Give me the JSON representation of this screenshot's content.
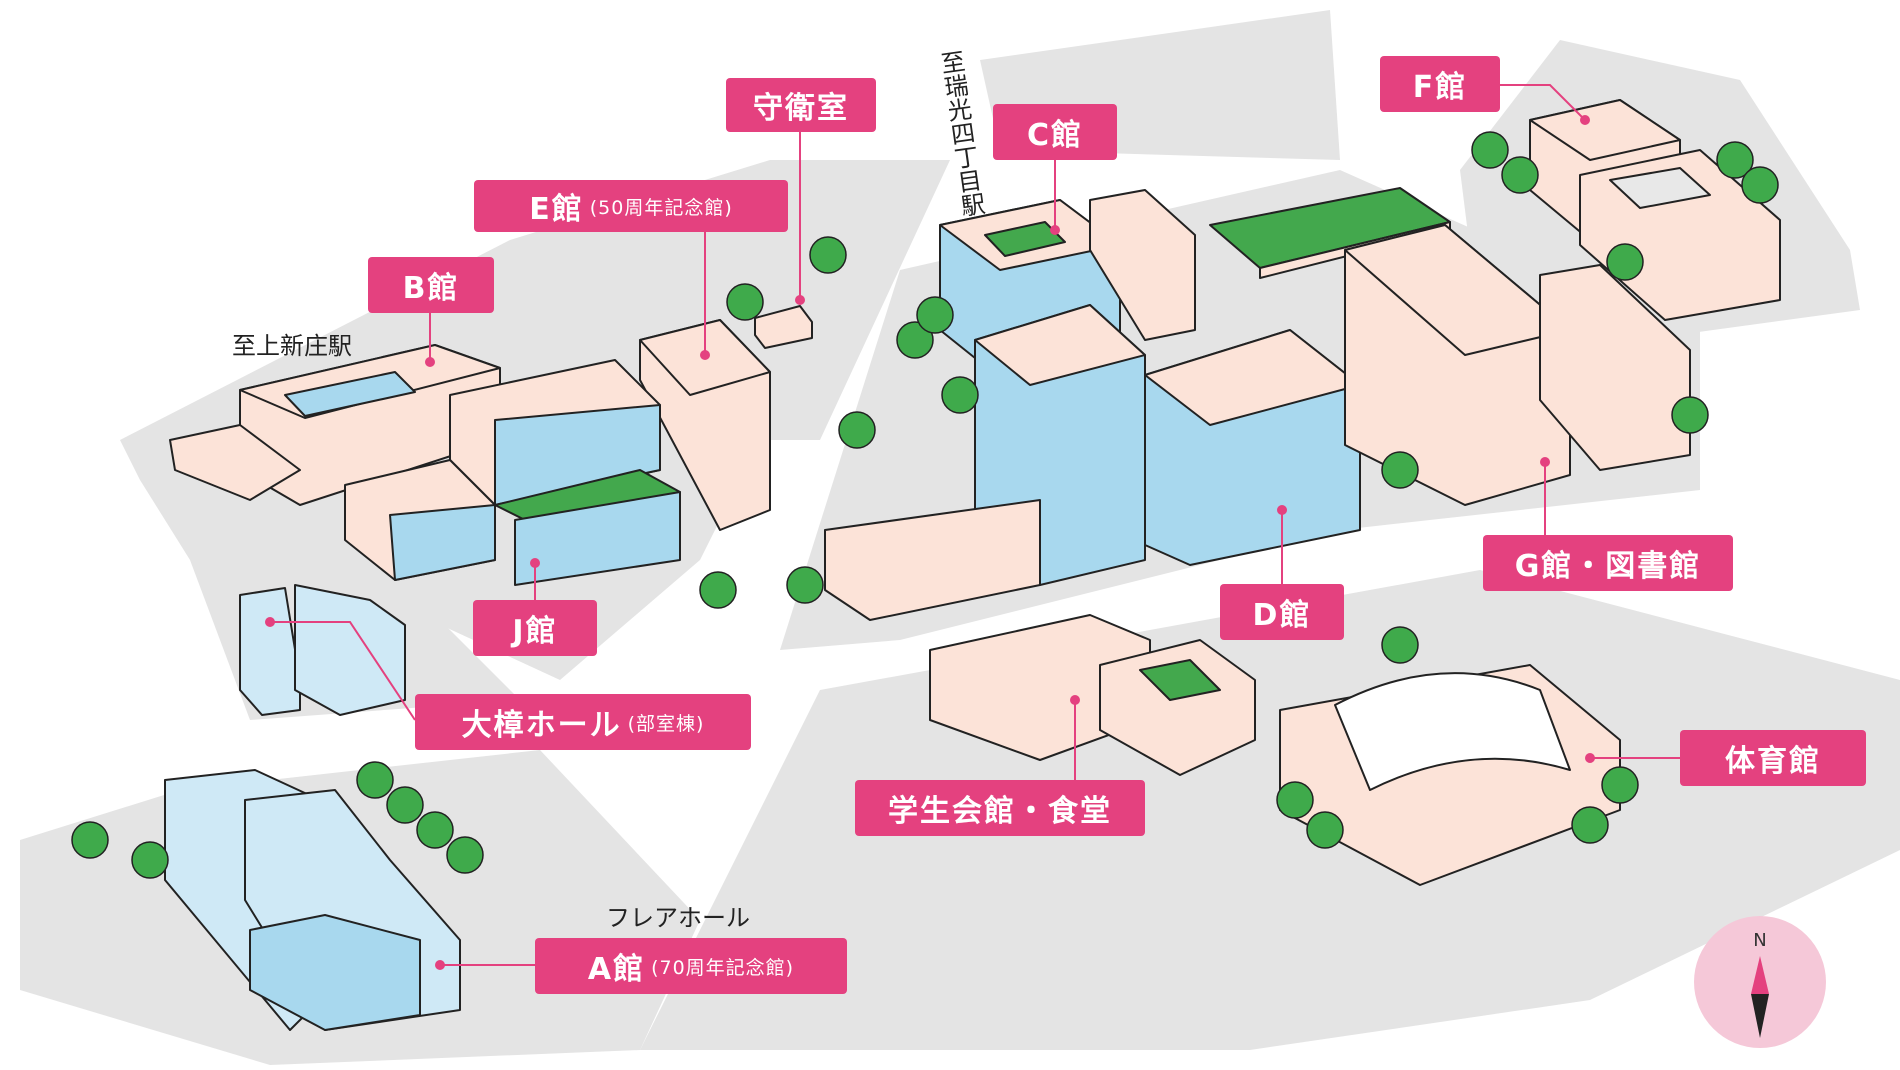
{
  "labels": {
    "guard": {
      "name": "守衛室",
      "sub": ""
    },
    "c": {
      "name": "C館",
      "sub": ""
    },
    "f": {
      "name": "F館",
      "sub": ""
    },
    "e": {
      "name": "E館",
      "sub": "(50周年記念館)"
    },
    "b": {
      "name": "B館",
      "sub": ""
    },
    "g": {
      "name": "G館・図書館",
      "sub": ""
    },
    "j": {
      "name": "J館",
      "sub": ""
    },
    "d": {
      "name": "D館",
      "sub": ""
    },
    "ootaki": {
      "name": "大樟ホール",
      "sub": "(部室棟)"
    },
    "gym": {
      "name": "体育館",
      "sub": ""
    },
    "student": {
      "name": "学生会館・食堂",
      "sub": ""
    },
    "a": {
      "name": "A館",
      "sub": "(70周年記念館)"
    }
  },
  "directions": {
    "to_kamishinjo": "至上新庄駅",
    "to_zuiko": "至瑞光四丁目駅",
    "flare_hall": "フレアホール"
  },
  "compass": {
    "north": "N"
  },
  "colors": {
    "accent": "#e4417f",
    "ground": "#e4e4e4",
    "wall": "#fce3d8",
    "glass": "#a8d8ee",
    "roof_green": "#43a84d",
    "tree": "#3faa4b",
    "compass_bg": "#f5c8d8"
  }
}
